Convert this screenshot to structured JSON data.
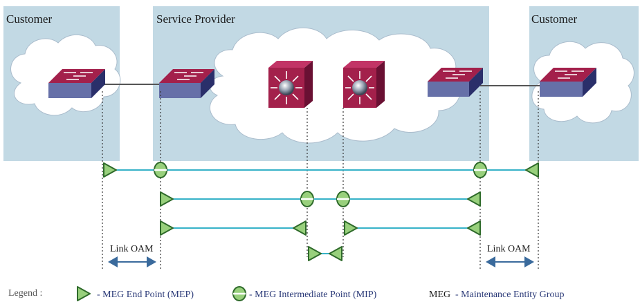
{
  "regions": {
    "left_customer": "Customer",
    "service_provider": "Service Provider",
    "right_customer": "Customer"
  },
  "labels": {
    "link_oam_left": "Link OAM",
    "link_oam_right": "Link OAM"
  },
  "legend": {
    "title": "Legend :",
    "mep": "- MEG End Point (MEP)",
    "mip": "- MEG Intermediate Point (MIP)",
    "meg_abbr": "MEG",
    "meg_desc": "- Maintenance Entity Group"
  },
  "colors": {
    "panel_bg": "#c2d9e4",
    "cloud_fill": "#ffffff",
    "switch_top": "#a3204b",
    "switch_side": "#6670a8",
    "line": "#36b2c8",
    "mep_fill": "#98d07c",
    "mep_stroke": "#2e6a2a",
    "arrow": "#3a6a9c",
    "legend_text": "#2b3a78"
  }
}
